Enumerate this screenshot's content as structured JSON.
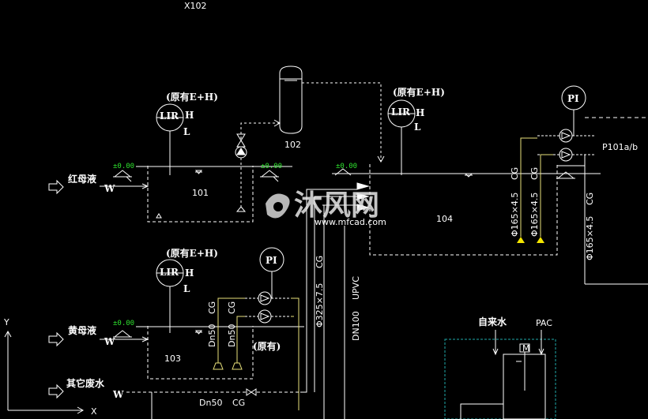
{
  "drawing": {
    "tag_top": "X102",
    "inst_original": "(原有E+H)",
    "lir": "LIR",
    "pi": "PI",
    "high": "H",
    "low": "L",
    "elev_zero": "±0.00",
    "level_mark": "W",
    "tank_101": "101",
    "tank_102": "102",
    "tank_103": "103",
    "tank_104": "104",
    "feed_red": "红母液",
    "feed_yellow": "黄母液",
    "feed_other": "其它废水",
    "pump_label": "P101a/b",
    "pipe_phi165": "Φ165×4.5",
    "pipe_phi325": "Φ325×7.5",
    "cg": "CG",
    "dn100": "DN100",
    "upvc": "UPVC",
    "dn50": "Dn50",
    "original_note": "(原有)",
    "tap_water": "自来水",
    "pac": "PAC",
    "mixer": "M",
    "axis_y": "Y",
    "axis_x": "X",
    "watermark": "沐风网",
    "watermark_url": "www.mfcad.com"
  },
  "colors": {
    "background": "#000000",
    "line": "#ffffff",
    "yellow_pipe": "#e8e07a",
    "green_text": "#2ee02e",
    "cyan_box": "#1fa7a7",
    "triangle": "#f3e500"
  }
}
